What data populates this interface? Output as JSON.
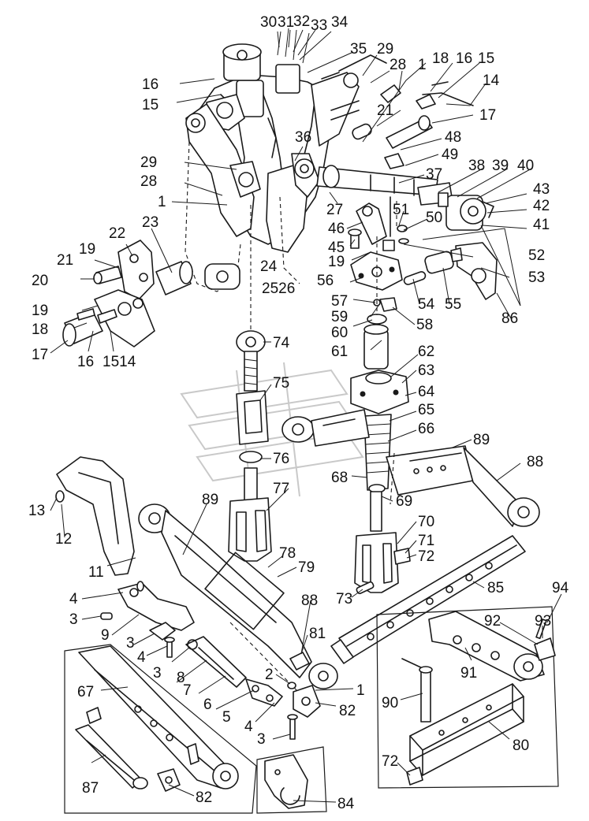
{
  "colors": {
    "ink": "#1a1a1a",
    "paper": "#ffffff",
    "watermark": "#c9c9c9"
  },
  "callouts": [
    {
      "text": "30"
    },
    {
      "text": "31"
    },
    {
      "text": "32"
    },
    {
      "text": "33"
    },
    {
      "text": "34"
    },
    {
      "text": "35"
    },
    {
      "text": "29"
    },
    {
      "text": "28"
    },
    {
      "text": "1"
    },
    {
      "text": "18"
    },
    {
      "text": "16"
    },
    {
      "text": "15"
    },
    {
      "text": "14"
    },
    {
      "text": "16"
    },
    {
      "text": "15"
    },
    {
      "text": "21"
    },
    {
      "text": "17"
    },
    {
      "text": "48"
    },
    {
      "text": "49"
    },
    {
      "text": "36"
    },
    {
      "text": "29"
    },
    {
      "text": "28"
    },
    {
      "text": "37"
    },
    {
      "text": "38"
    },
    {
      "text": "39"
    },
    {
      "text": "40"
    },
    {
      "text": "43"
    },
    {
      "text": "42"
    },
    {
      "text": "41"
    },
    {
      "text": "1"
    },
    {
      "text": "23"
    },
    {
      "text": "22"
    },
    {
      "text": "27"
    },
    {
      "text": "51"
    },
    {
      "text": "50"
    },
    {
      "text": "46"
    },
    {
      "text": "45"
    },
    {
      "text": "19"
    },
    {
      "text": "21"
    },
    {
      "text": "20"
    },
    {
      "text": "19"
    },
    {
      "text": "24"
    },
    {
      "text": "52"
    },
    {
      "text": "53"
    },
    {
      "text": "56"
    },
    {
      "text": "2526"
    },
    {
      "text": "57"
    },
    {
      "text": "59"
    },
    {
      "text": "54"
    },
    {
      "text": "55"
    },
    {
      "text": "19"
    },
    {
      "text": "18"
    },
    {
      "text": "58"
    },
    {
      "text": "86"
    },
    {
      "text": "17"
    },
    {
      "text": "16"
    },
    {
      "text": "1514"
    },
    {
      "text": "60"
    },
    {
      "text": "74"
    },
    {
      "text": "61"
    },
    {
      "text": "62"
    },
    {
      "text": "63"
    },
    {
      "text": "75"
    },
    {
      "text": "64"
    },
    {
      "text": "65"
    },
    {
      "text": "66"
    },
    {
      "text": "89"
    },
    {
      "text": "76"
    },
    {
      "text": "88"
    },
    {
      "text": "68"
    },
    {
      "text": "77"
    },
    {
      "text": "13"
    },
    {
      "text": "69"
    },
    {
      "text": "12"
    },
    {
      "text": "89"
    },
    {
      "text": "70"
    },
    {
      "text": "71"
    },
    {
      "text": "72"
    },
    {
      "text": "11"
    },
    {
      "text": "78"
    },
    {
      "text": "79"
    },
    {
      "text": "85"
    },
    {
      "text": "73"
    },
    {
      "text": "4"
    },
    {
      "text": "88"
    },
    {
      "text": "94"
    },
    {
      "text": "3"
    },
    {
      "text": "92"
    },
    {
      "text": "93"
    },
    {
      "text": "9"
    },
    {
      "text": "81"
    },
    {
      "text": "3"
    },
    {
      "text": "4"
    },
    {
      "text": "3"
    },
    {
      "text": "91"
    },
    {
      "text": "8"
    },
    {
      "text": "2"
    },
    {
      "text": "1"
    },
    {
      "text": "7"
    },
    {
      "text": "67"
    },
    {
      "text": "6"
    },
    {
      "text": "90"
    },
    {
      "text": "5"
    },
    {
      "text": "82"
    },
    {
      "text": "4"
    },
    {
      "text": "80"
    },
    {
      "text": "3"
    },
    {
      "text": "87"
    },
    {
      "text": "72"
    },
    {
      "text": "82"
    },
    {
      "text": "84"
    }
  ]
}
